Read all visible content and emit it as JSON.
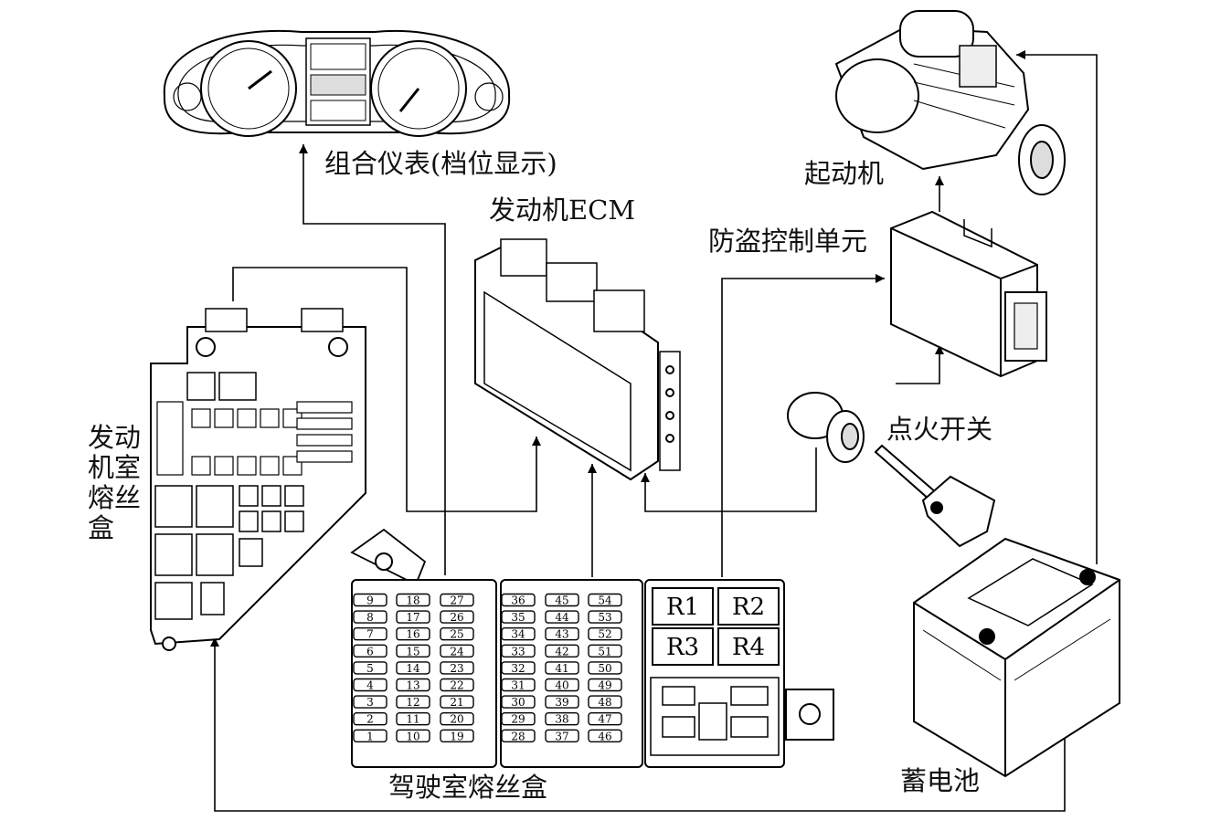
{
  "labels": {
    "cluster": "组合仪表(档位显示)",
    "ecm": "发动机ECM",
    "starter": "起动机",
    "immobilizer": "防盗控制单元",
    "ignition": "点火开关",
    "engine_fuse_box": [
      "发动",
      "机室",
      "熔丝",
      "盒"
    ],
    "cabin_fuse_box": "驾驶室熔丝盒",
    "battery": "蓄电池"
  },
  "cabin_fuse_columns": [
    [
      "9",
      "8",
      "7",
      "6",
      "5",
      "4",
      "3",
      "2",
      "1"
    ],
    [
      "18",
      "17",
      "16",
      "15",
      "14",
      "13",
      "12",
      "11",
      "10"
    ],
    [
      "27",
      "26",
      "25",
      "24",
      "23",
      "22",
      "21",
      "20",
      "19"
    ],
    [
      "36",
      "35",
      "34",
      "33",
      "32",
      "31",
      "30",
      "29",
      "28"
    ],
    [
      "45",
      "44",
      "43",
      "42",
      "41",
      "40",
      "39",
      "38",
      "37"
    ],
    [
      "54",
      "53",
      "52",
      "51",
      "50",
      "49",
      "48",
      "47",
      "46"
    ]
  ],
  "relays": [
    "R1",
    "R2",
    "R3",
    "R4"
  ]
}
